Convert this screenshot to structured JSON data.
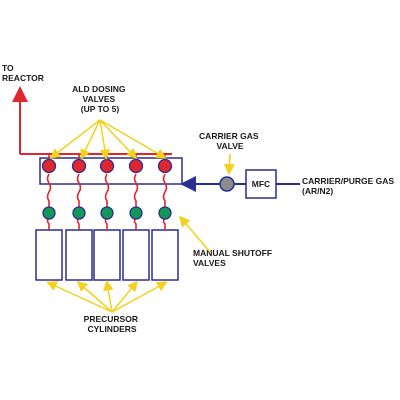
{
  "labels": {
    "to_reactor": [
      "TO",
      "REACTOR"
    ],
    "ald_dosing_valves": [
      "ALD DOSING",
      "VALVES",
      "(UP TO 5)"
    ],
    "carrier_gas_valve": [
      "CARRIER GAS",
      "VALVE"
    ],
    "mfc": "MFC",
    "carrier_purge_gas": [
      "CARRIER/PURGE GAS",
      "(AR/N2)"
    ],
    "manual_shutoff_valves": [
      "MANUAL SHUTOFF",
      "VALVES"
    ],
    "precursor_cylinders": [
      "PRECURSOR",
      "CYLINDERS"
    ]
  },
  "colors": {
    "process_line": "#e0262f",
    "carrier_line": "#2a2f8f",
    "dosing_valve": "#e0262f",
    "shutoff_valve": "#13985a",
    "carrier_valve": "#8c8c8c",
    "pointer": "#f3d11c",
    "text": "#1a1a1a"
  },
  "channels": 5
}
